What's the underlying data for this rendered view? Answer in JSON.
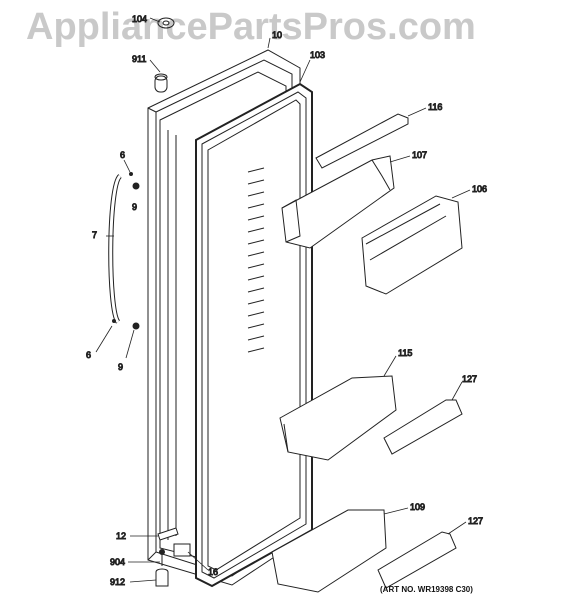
{
  "watermark": "AppliancePartsPros.com",
  "art_number": "(ART NO. WR19398 C30)",
  "callouts": [
    {
      "id": "c104",
      "text": "104"
    },
    {
      "id": "c10",
      "text": "10"
    },
    {
      "id": "c911",
      "text": "911"
    },
    {
      "id": "c103",
      "text": "103"
    },
    {
      "id": "c116",
      "text": "116"
    },
    {
      "id": "c107",
      "text": "107"
    },
    {
      "id": "c106",
      "text": "106"
    },
    {
      "id": "c6a",
      "text": "6"
    },
    {
      "id": "c9a",
      "text": "9"
    },
    {
      "id": "c7",
      "text": "7"
    },
    {
      "id": "c6b",
      "text": "6"
    },
    {
      "id": "c9b",
      "text": "9"
    },
    {
      "id": "c115",
      "text": "115"
    },
    {
      "id": "c127a",
      "text": "127"
    },
    {
      "id": "c109",
      "text": "109"
    },
    {
      "id": "c127b",
      "text": "127"
    },
    {
      "id": "c12",
      "text": "12"
    },
    {
      "id": "c904",
      "text": "904"
    },
    {
      "id": "c16",
      "text": "16"
    },
    {
      "id": "c912",
      "text": "912"
    }
  ]
}
